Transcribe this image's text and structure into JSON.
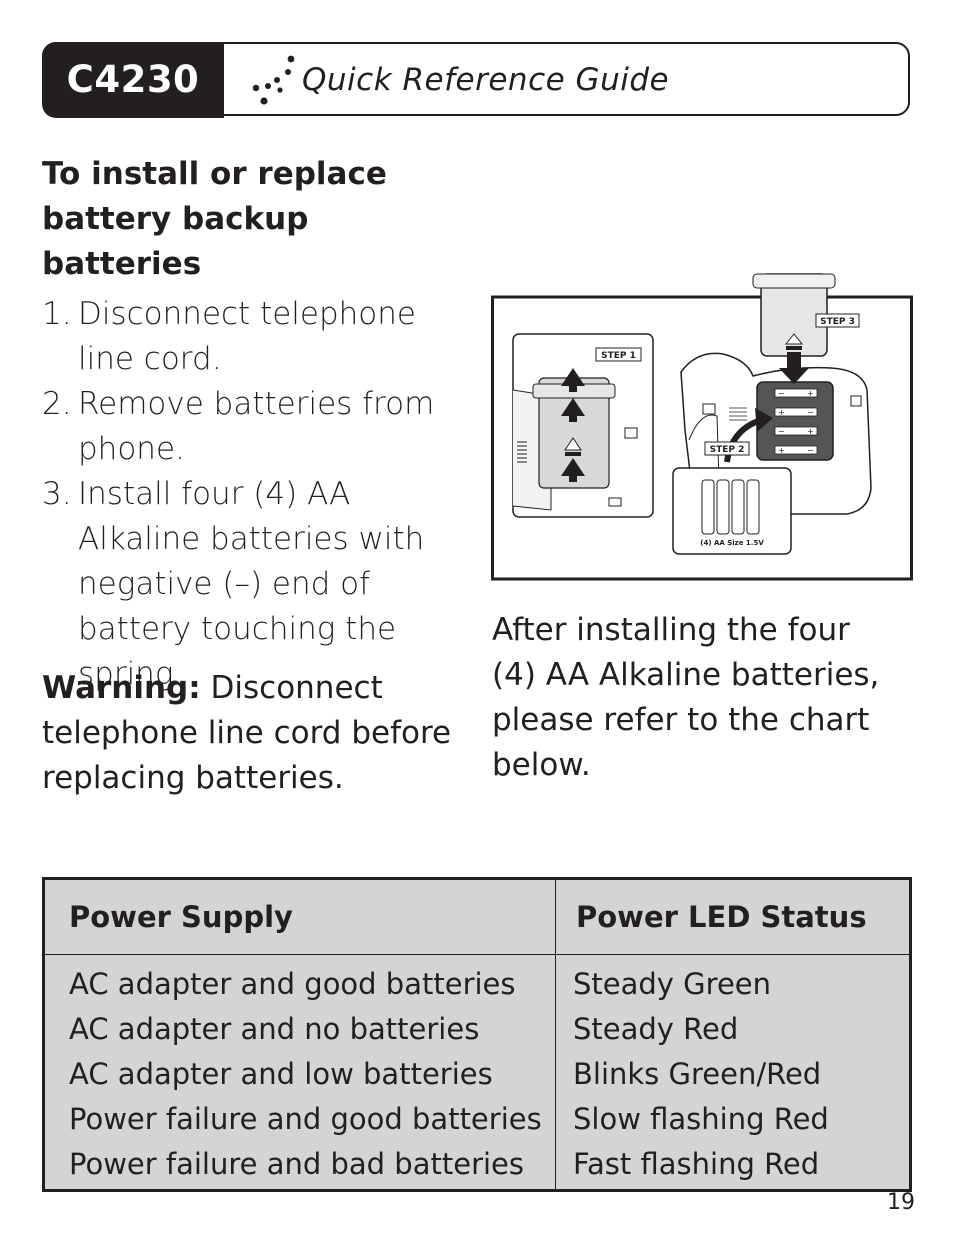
{
  "header": {
    "model": "C4230",
    "title": "Quick Reference Guide"
  },
  "section": {
    "title": "To install or replace battery backup batteries",
    "steps": [
      {
        "num": "1.",
        "text": "Disconnect telephone line cord."
      },
      {
        "num": "2.",
        "text": "Remove batteries from phone."
      },
      {
        "num": "3.",
        "text": "Install four (4) AA Alkaline batteries with negative (–) end of battery touching the spring."
      }
    ],
    "warning_label": "Warning:",
    "warning_text": " Disconnect telephone line cord before replacing batteries."
  },
  "illustration": {
    "step1": "STEP 1",
    "step2": "STEP 2",
    "step3": "STEP 3",
    "battery_label": "(4) AA Size   1.5V",
    "plus": "+",
    "minus": "−"
  },
  "after_text": "After installing the four (4) AA Alkaline batteries, please refer to the chart below.",
  "table": {
    "headers": [
      "Power Supply",
      "Power LED Status"
    ],
    "rows": [
      [
        "AC adapter and good batteries",
        "Steady Green"
      ],
      [
        "AC adapter and no batteries",
        "Steady Red"
      ],
      [
        "AC adapter and low batteries",
        "Blinks Green/Red"
      ],
      [
        "Power failure and good batteries",
        "Slow flashing Red"
      ],
      [
        "Power failure and bad batteries",
        "Fast flashing Red"
      ]
    ]
  },
  "page_number": "19"
}
